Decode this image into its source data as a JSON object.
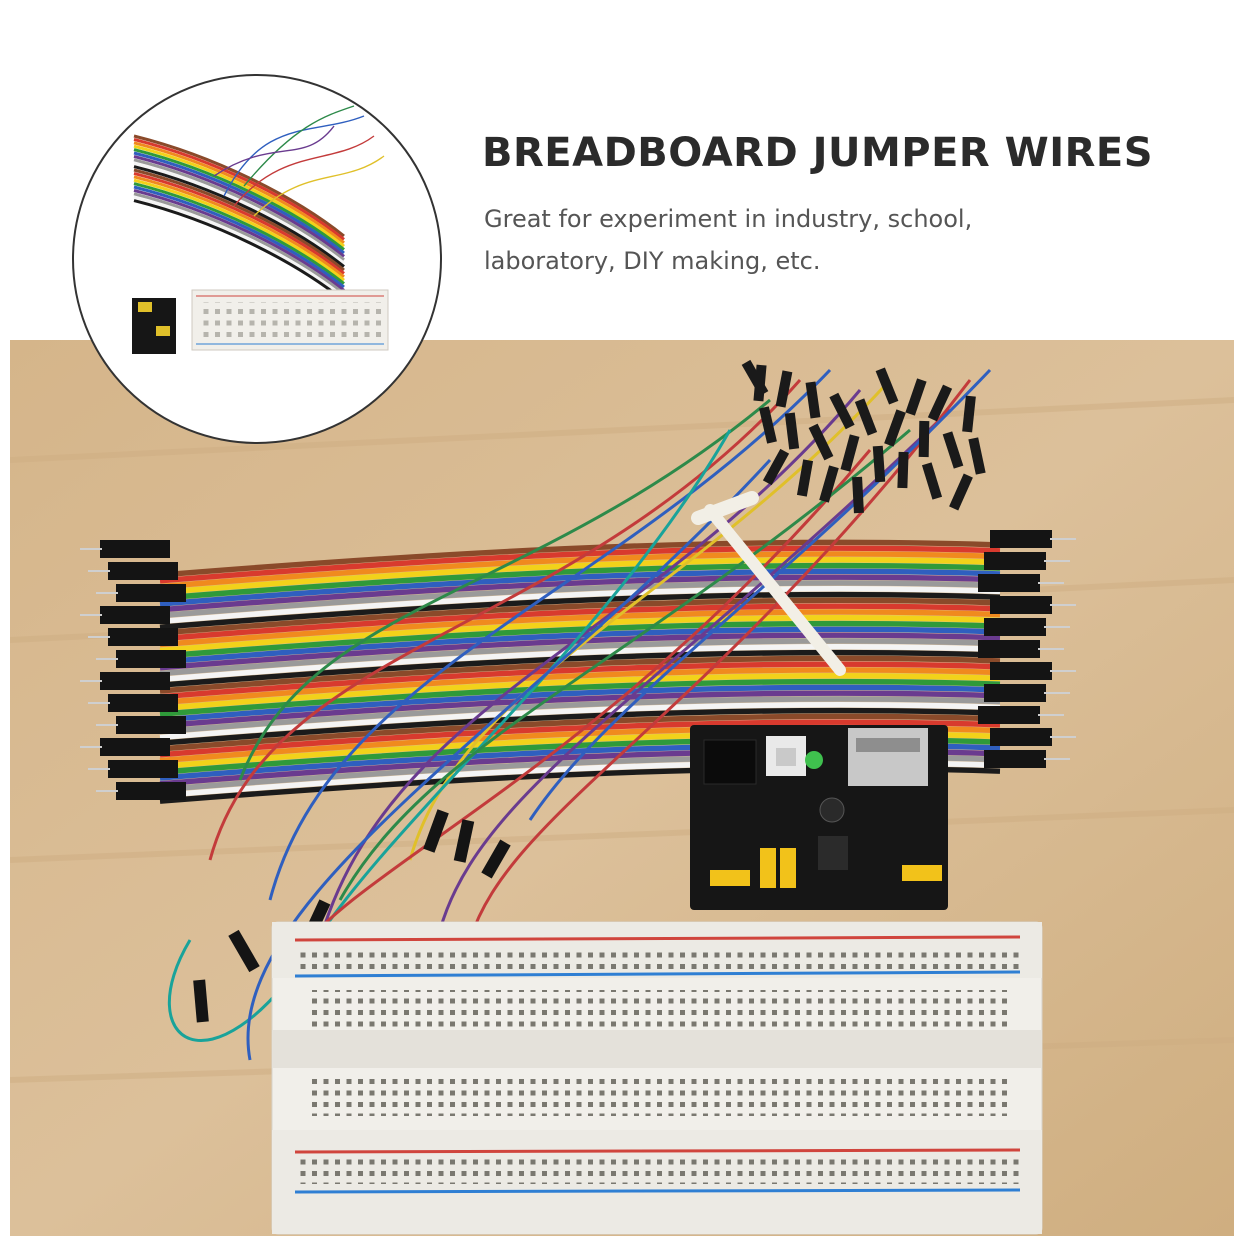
{
  "banner": {
    "title": "BREADBOARD JUMPER WIRES",
    "subtitle_line1": "Great for experiment in industry, school,",
    "subtitle_line2": "laboratory, DIY making, etc."
  },
  "colors": {
    "background": "#ffffff",
    "table": "#d8b98d",
    "breadboard": "#f1efea",
    "power_rail_red": "#d0453d",
    "power_rail_blue": "#2f7fd3",
    "module_pcb": "#161616",
    "header_yellow": "#f2c21a"
  },
  "icons": {
    "thumbnail": "breadboard-kit-thumbnail",
    "photo": "breadboard-jumper-kit-photo"
  }
}
